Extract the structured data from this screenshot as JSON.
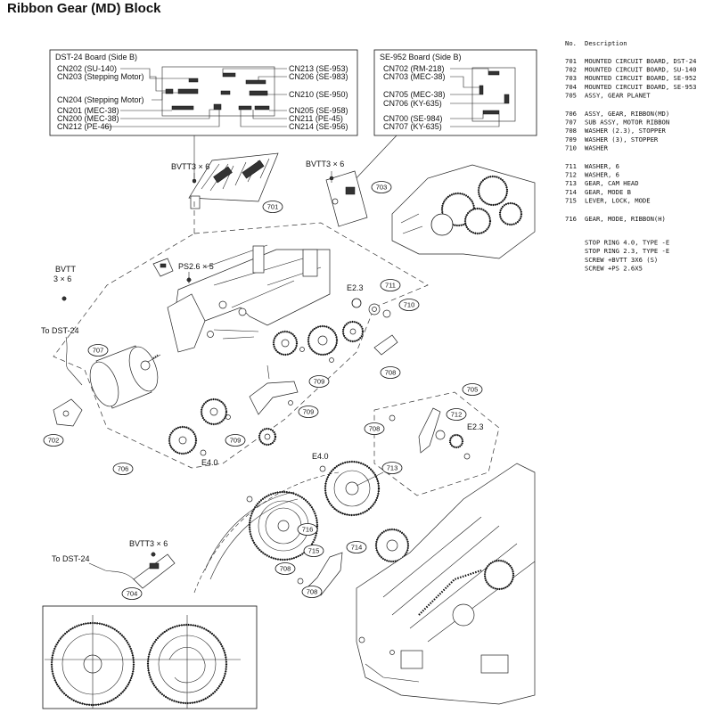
{
  "title": "Ribbon Gear (MD) Block",
  "board_dst24": {
    "heading": "DST-24 Board (Side B)",
    "left": [
      "CN202 (SU-140)",
      "CN203 (Stepping Motor)",
      "CN204 (Stepping Motor)",
      "CN201 (MEC-38)",
      "CN200 (MEC-38)",
      "CN212 (PE-46)"
    ],
    "right": [
      "CN213 (SE-953)",
      "CN206 (SE-983)",
      "CN210 (SE-950)",
      "CN205 (SE-958)",
      "CN211 (PE-45)",
      "CN214 (SE-956)"
    ]
  },
  "board_se952": {
    "heading": "SE-952 Board (Side B)",
    "left": [
      "CN702 (RM-218)",
      "CN703 (MEC-38)",
      "CN705 (MEC-38)",
      "CN706 (KY-635)",
      "CN700 (SE-984)",
      "CN707 (KY-635)"
    ]
  },
  "labels": {
    "bvtt1": "BVTT3 × 6",
    "bvtt2": "BVTT3 × 6",
    "bvtt3a": "BVTT",
    "bvtt3b": "3 × 6",
    "bvtt4": "BVTT3 × 6",
    "ps": "PS2.6 × 5",
    "e23a": "E2.3",
    "e23b": "E2.3",
    "e40a": "E4.0",
    "e40b": "E4.0",
    "to_dst1": "To DST-24",
    "to_dst2": "To DST-24"
  },
  "callouts": [
    "701",
    "702",
    "703",
    "704",
    "705",
    "706",
    "707",
    "708",
    "708",
    "708",
    "708",
    "709",
    "709",
    "709",
    "710",
    "711",
    "712",
    "713",
    "714",
    "715",
    "716"
  ],
  "parts_list": {
    "header_no": "No.",
    "header_desc": "Description",
    "groups": [
      [
        {
          "no": "701",
          "desc": "MOUNTED CIRCUIT BOARD, DST-24"
        },
        {
          "no": "702",
          "desc": "MOUNTED CIRCUIT BOARD, SU-140"
        },
        {
          "no": "703",
          "desc": "MOUNTED CIRCUIT BOARD, SE-952"
        },
        {
          "no": "704",
          "desc": "MOUNTED CIRCUIT BOARD, SE-953"
        },
        {
          "no": "705",
          "desc": "ASSY, GEAR PLANET"
        }
      ],
      [
        {
          "no": "706",
          "desc": "ASSY, GEAR, RIBBON(MD)"
        },
        {
          "no": "707",
          "desc": "SUB ASSY, MOTOR RIBBON"
        },
        {
          "no": "708",
          "desc": "WASHER (2.3), STOPPER"
        },
        {
          "no": "709",
          "desc": "WASHER (3), STOPPER"
        },
        {
          "no": "710",
          "desc": "WASHER"
        }
      ],
      [
        {
          "no": "711",
          "desc": "WASHER, 6"
        },
        {
          "no": "712",
          "desc": "WASHER, 6"
        },
        {
          "no": "713",
          "desc": "GEAR, CAM HEAD"
        },
        {
          "no": "714",
          "desc": "GEAR, MODE B"
        },
        {
          "no": "715",
          "desc": "LEVER, LOCK, MODE"
        }
      ],
      [
        {
          "no": "716",
          "desc": "GEAR, MODE, RIBBON(H)"
        }
      ]
    ],
    "hardware": [
      "STOP RING 4.0, TYPE -E",
      "STOP RING 2.3, TYPE -E",
      "SCREW +BVTT   3X6  (S)",
      "SCREW +PS 2.6X5"
    ]
  }
}
